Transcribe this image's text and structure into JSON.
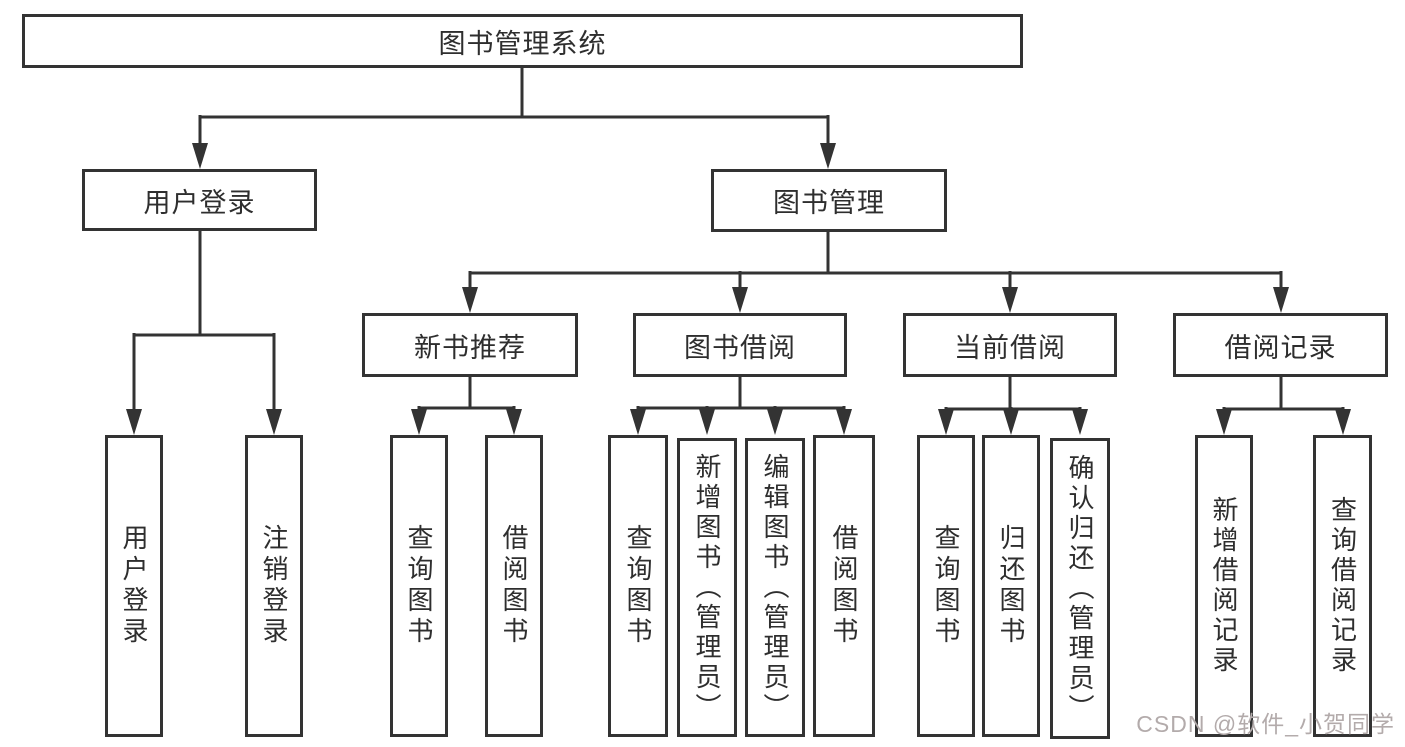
{
  "tree": {
    "root": {
      "label": "图书管理系统",
      "children": [
        {
          "label": "用户登录",
          "children": [
            {
              "label": "用户登录"
            },
            {
              "label": "注销登录"
            }
          ]
        },
        {
          "label": "图书管理",
          "children": [
            {
              "label": "新书推荐",
              "children": [
                {
                  "label": "查询图书"
                },
                {
                  "label": "借阅图书"
                }
              ]
            },
            {
              "label": "图书借阅",
              "children": [
                {
                  "label": "查询图书"
                },
                {
                  "label": "新增图书（管理员）"
                },
                {
                  "label": "编辑图书（管理员）"
                },
                {
                  "label": "借阅图书"
                }
              ]
            },
            {
              "label": "当前借阅",
              "children": [
                {
                  "label": "查询图书"
                },
                {
                  "label": "归还图书"
                },
                {
                  "label": "确认归还（管理员）"
                }
              ]
            },
            {
              "label": "借阅记录",
              "children": [
                {
                  "label": "新增借阅记录"
                },
                {
                  "label": "查询借阅记录"
                }
              ]
            }
          ]
        }
      ]
    }
  },
  "watermark": {
    "text": "CSDN @软件_小贺同学"
  },
  "colors": {
    "line": "#333333",
    "box_border": "#333333",
    "box_fill": "#ffffff",
    "text": "#2e2e2e",
    "background": "#ffffff",
    "watermark": "#b3abab"
  }
}
